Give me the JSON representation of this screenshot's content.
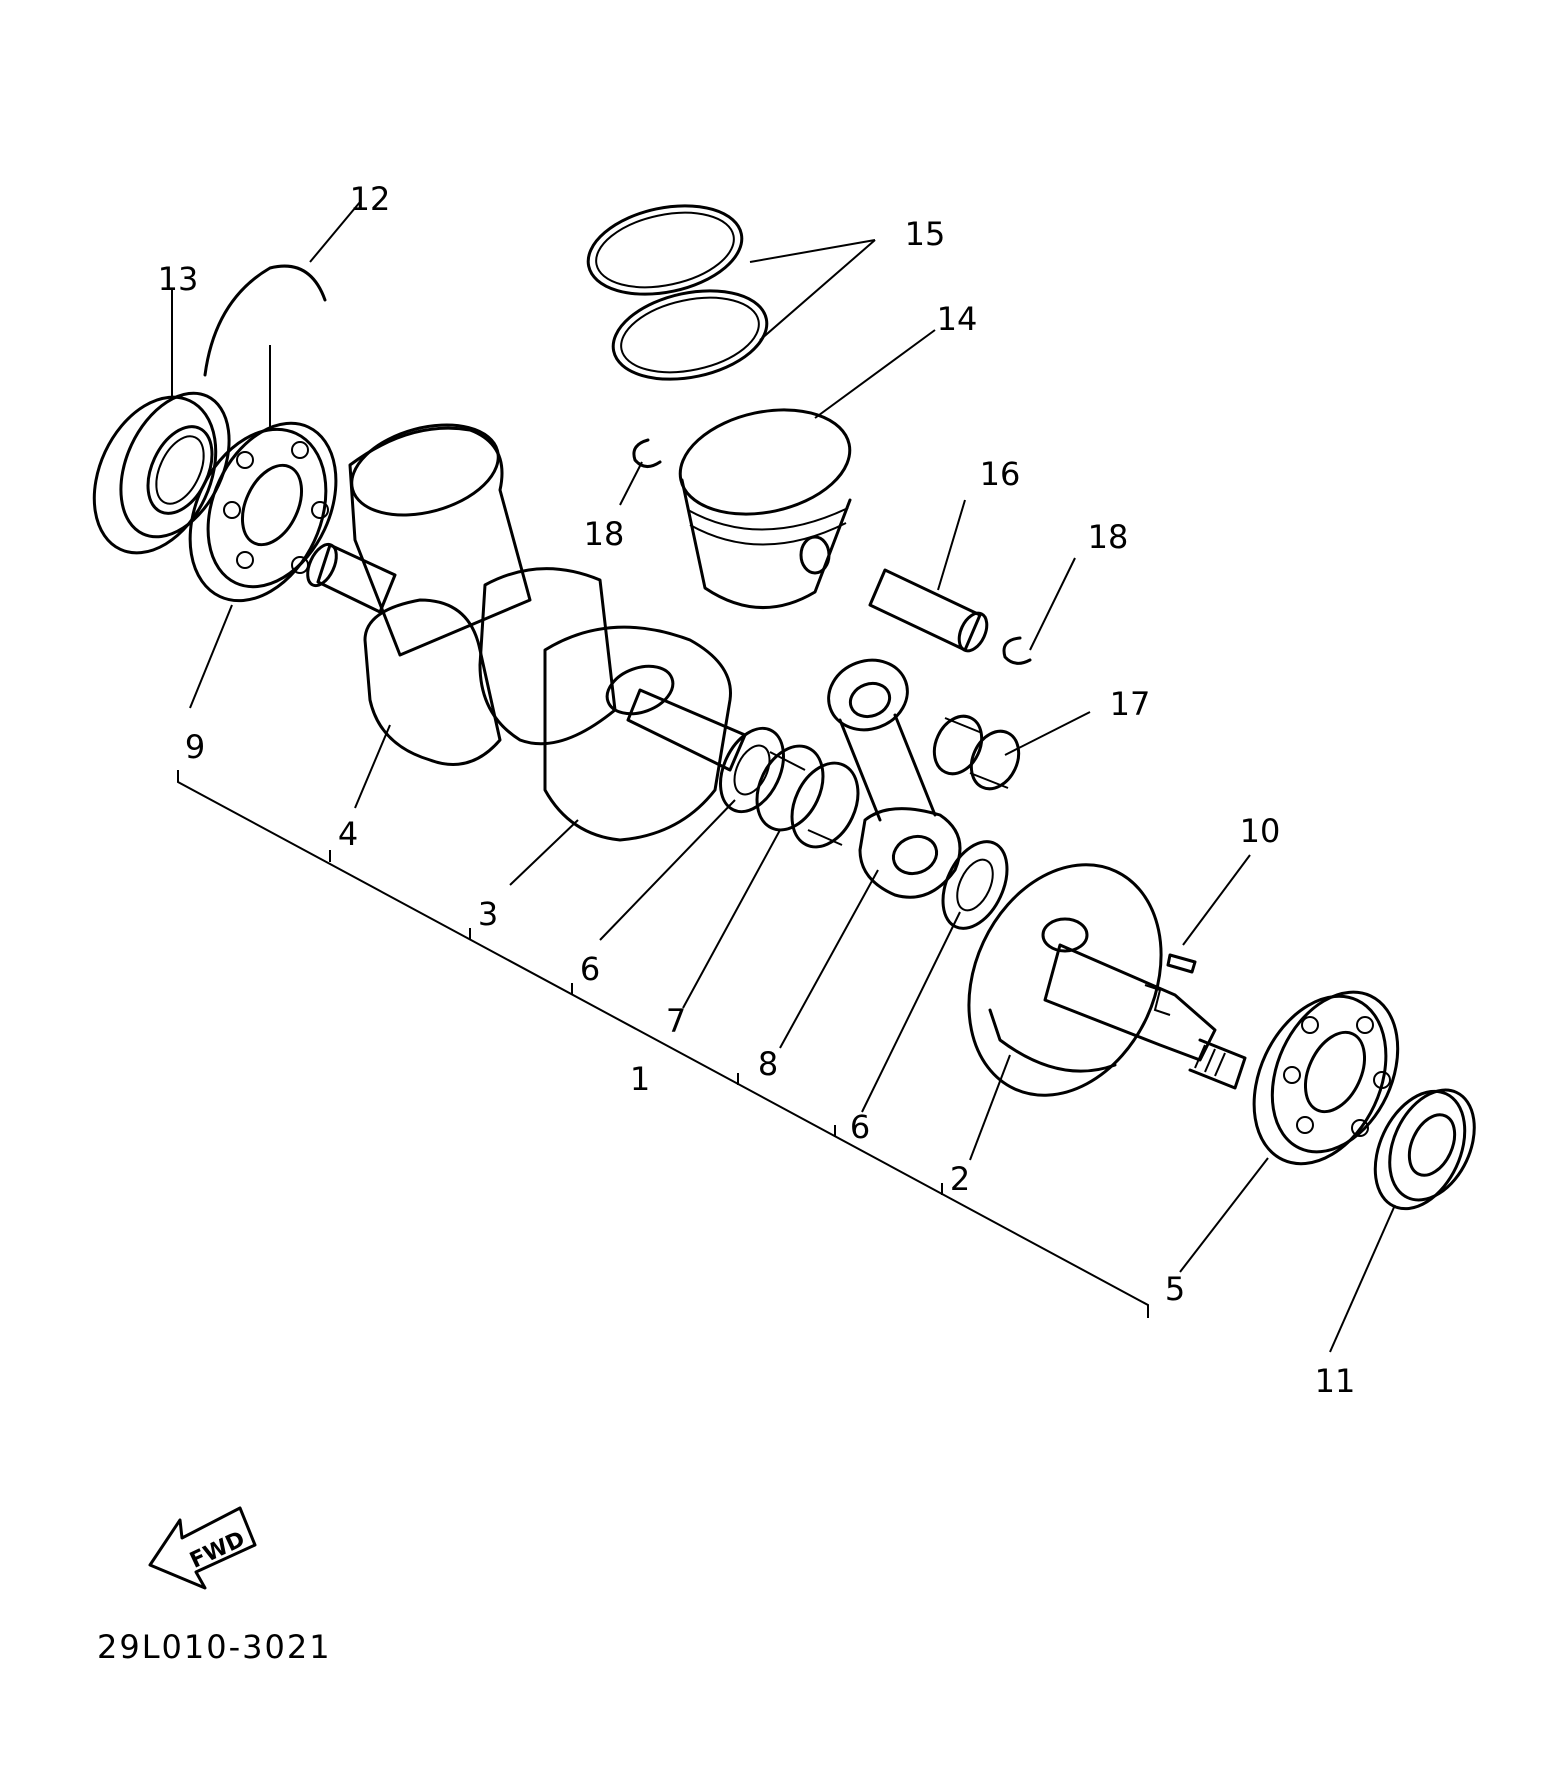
{
  "diagram": {
    "callouts": [
      "1",
      "2",
      "3",
      "4",
      "5",
      "6",
      "6",
      "7",
      "8",
      "9",
      "10",
      "11",
      "12",
      "13",
      "14",
      "15",
      "16",
      "17",
      "18",
      "18"
    ],
    "direction_label": "FWD",
    "drawing_code": "29L010-3021"
  }
}
